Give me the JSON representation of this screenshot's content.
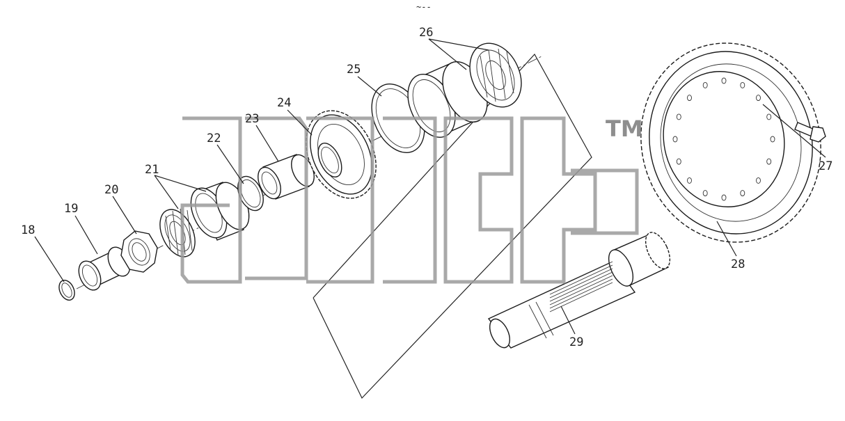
{
  "diagram": {
    "top_mark": "~--",
    "watermark": {
      "text": "ancb",
      "trademark": "TM"
    },
    "parts": [
      {
        "id": "18",
        "label": "18",
        "name": "snap-ring"
      },
      {
        "id": "19",
        "label": "19",
        "name": "needle-bearing"
      },
      {
        "id": "20",
        "label": "20",
        "name": "lock-nut"
      },
      {
        "id": "21",
        "label": "21",
        "name": "tapered-roller-bearing"
      },
      {
        "id": "22",
        "label": "22",
        "name": "spacer-ring"
      },
      {
        "id": "23",
        "label": "23",
        "name": "sleeve"
      },
      {
        "id": "24",
        "label": "24",
        "name": "spur-gear"
      },
      {
        "id": "25",
        "label": "25",
        "name": "shim"
      },
      {
        "id": "26",
        "label": "26",
        "name": "tapered-roller-bearing"
      },
      {
        "id": "27",
        "label": "27",
        "name": "bolt"
      },
      {
        "id": "28",
        "label": "28",
        "name": "bevel-ring-gear"
      },
      {
        "id": "29",
        "label": "29",
        "name": "pinion-shaft"
      }
    ]
  }
}
